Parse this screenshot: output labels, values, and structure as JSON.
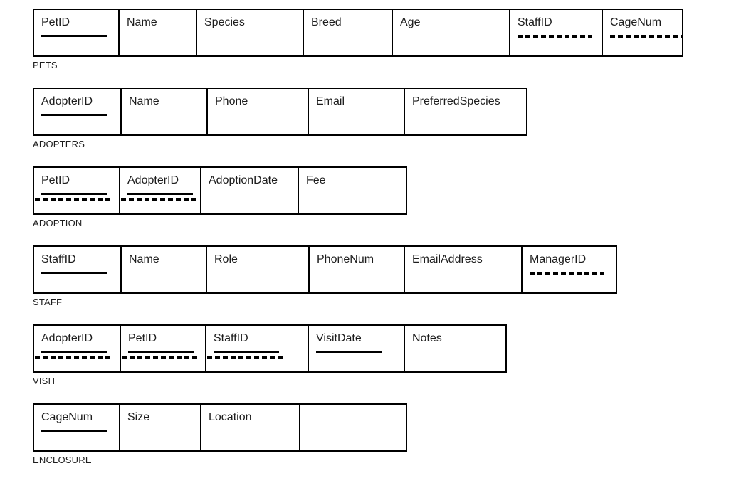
{
  "page": {
    "background": "#ffffff",
    "line_color": "#000000",
    "text_color": "#1d1d1d"
  },
  "tables": [
    {
      "name": "PETS",
      "columns": [
        {
          "label": "PetID",
          "keys": [
            "pk"
          ],
          "width": 120
        },
        {
          "label": "Name",
          "keys": [],
          "width": 109
        },
        {
          "label": "Species",
          "keys": [],
          "width": 150
        },
        {
          "label": "Breed",
          "keys": [],
          "width": 125
        },
        {
          "label": "Age",
          "keys": [],
          "width": 165
        },
        {
          "label": "StaffID",
          "keys": [
            "fk"
          ],
          "width": 130
        },
        {
          "label": "CageNum",
          "keys": [
            "fk"
          ],
          "width": 111
        }
      ]
    },
    {
      "name": "ADOPTERS",
      "columns": [
        {
          "label": "AdopterID",
          "keys": [
            "pk"
          ],
          "width": 123
        },
        {
          "label": "Name",
          "keys": [],
          "width": 121
        },
        {
          "label": "Phone",
          "keys": [],
          "width": 142
        },
        {
          "label": "Email",
          "keys": [],
          "width": 135
        },
        {
          "label": "PreferredSpecies",
          "keys": [],
          "width": 170
        }
      ]
    },
    {
      "name": "ADOPTION",
      "columns": [
        {
          "label": "PetID",
          "keys": [
            "pk",
            "fk"
          ],
          "width": 121
        },
        {
          "label": "AdopterID",
          "keys": [
            "pk",
            "fk"
          ],
          "width": 114
        },
        {
          "label": "AdoptionDate",
          "keys": [],
          "width": 137
        },
        {
          "label": "Fee",
          "keys": [],
          "width": 150
        }
      ]
    },
    {
      "name": "STAFF",
      "columns": [
        {
          "label": "StaffID",
          "keys": [
            "pk"
          ],
          "width": 123
        },
        {
          "label": "Name",
          "keys": [],
          "width": 120
        },
        {
          "label": "Role",
          "keys": [],
          "width": 144
        },
        {
          "label": "PhoneNum",
          "keys": [],
          "width": 134
        },
        {
          "label": "EmailAddress",
          "keys": [],
          "width": 165
        },
        {
          "label": "ManagerID",
          "keys": [
            "fk"
          ],
          "width": 131
        }
      ]
    },
    {
      "name": "VISIT",
      "columns": [
        {
          "label": "AdopterID",
          "keys": [
            "pk",
            "fk"
          ],
          "width": 122
        },
        {
          "label": "PetID",
          "keys": [
            "pk",
            "fk"
          ],
          "width": 120
        },
        {
          "label": "StaffID",
          "keys": [
            "pk",
            "fk"
          ],
          "width": 144
        },
        {
          "label": "VisitDate",
          "keys": [
            "pk"
          ],
          "width": 135
        },
        {
          "label": "Notes",
          "keys": [],
          "width": 141
        }
      ]
    },
    {
      "name": "ENCLOSURE",
      "columns": [
        {
          "label": "CageNum",
          "keys": [
            "pk"
          ],
          "width": 121
        },
        {
          "label": "Size",
          "keys": [],
          "width": 114
        },
        {
          "label": "Location",
          "keys": [],
          "width": 139
        },
        {
          "label": "",
          "keys": [],
          "width": 148
        }
      ]
    }
  ]
}
